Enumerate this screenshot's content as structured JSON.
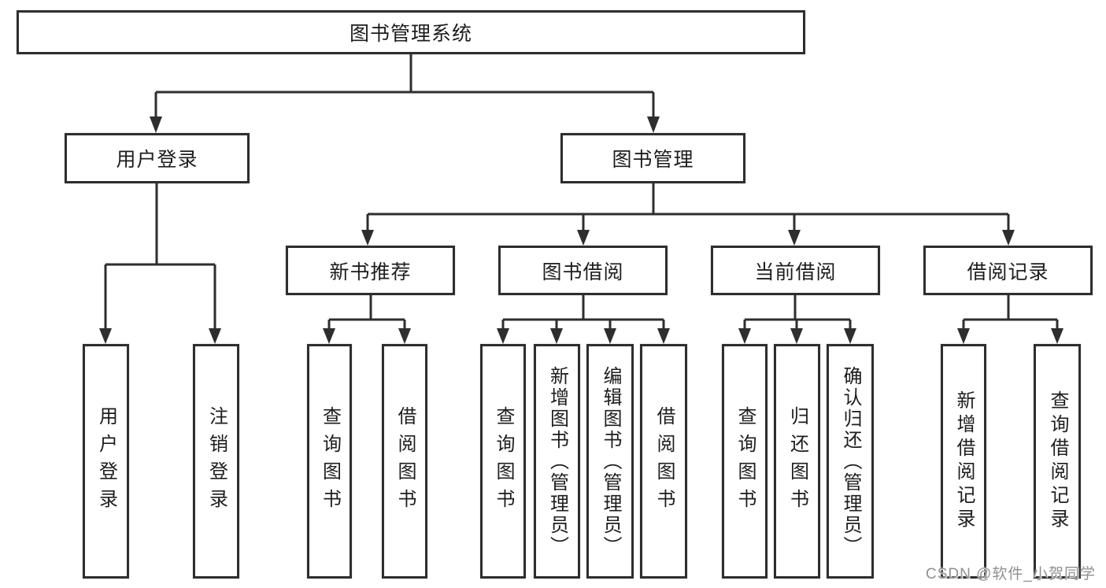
{
  "tree": {
    "root": {
      "label": "图书管理系统"
    },
    "branches": [
      {
        "label": "用户登录",
        "children": [
          {
            "label": "用户登录"
          },
          {
            "label": "注销登录"
          }
        ]
      },
      {
        "label": "图书管理",
        "children": [
          {
            "label": "新书推荐",
            "children": [
              {
                "label": "查询图书"
              },
              {
                "label": "借阅图书"
              }
            ]
          },
          {
            "label": "图书借阅",
            "children": [
              {
                "label": "查询图书"
              },
              {
                "label": "新增图书（管理员）"
              },
              {
                "label": "编辑图书（管理员）"
              },
              {
                "label": "借阅图书"
              }
            ]
          },
          {
            "label": "当前借阅",
            "children": [
              {
                "label": "查询图书"
              },
              {
                "label": "归还图书"
              },
              {
                "label": "确认归还（管理员）"
              }
            ]
          },
          {
            "label": "借阅记录",
            "children": [
              {
                "label": "新增借阅记录"
              },
              {
                "label": "查询借阅记录"
              }
            ]
          }
        ]
      }
    ]
  },
  "watermark": "CSDN @软件_小贺同学",
  "colors": {
    "line": "#2e2e2e",
    "text": "#1d1d1f",
    "watermark": "#909090",
    "background": "#ffffff"
  }
}
